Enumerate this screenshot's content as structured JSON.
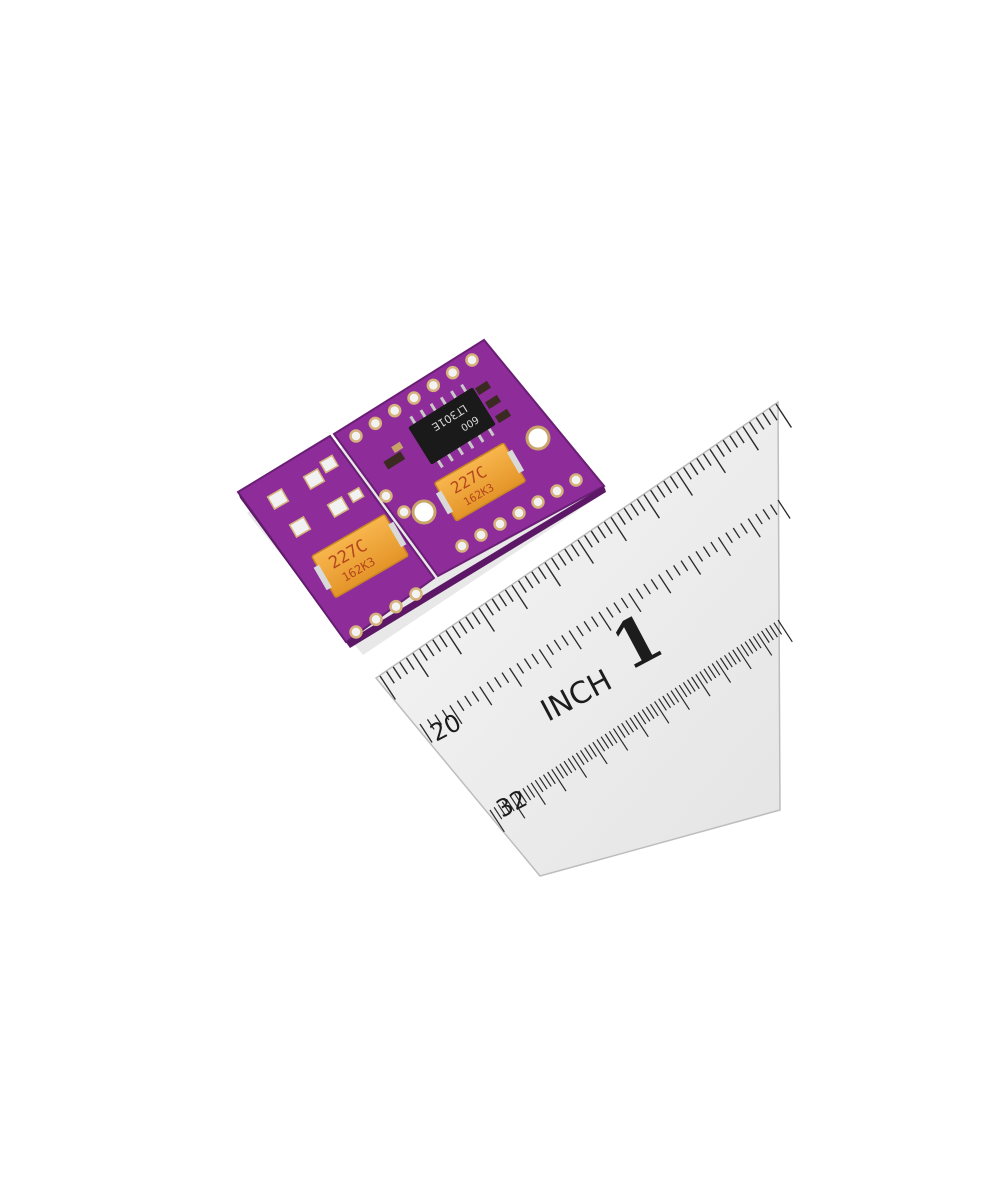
{
  "ruler": {
    "inch_label": "INCH",
    "inch_number": "1",
    "mark_20": "20",
    "mark_32": "32"
  },
  "board": {
    "chip_line1": "LT301E",
    "chip_line2": "600",
    "cap_left_line1": "227C",
    "cap_left_line2": "162K3",
    "cap_right_line1": "227C",
    "cap_right_line2": "162K3"
  },
  "colors": {
    "pcb": "#8e2c9a",
    "pcb_edge": "#6a1f75",
    "capacitor": "#f0a437",
    "ruler": "#eeeeee"
  }
}
